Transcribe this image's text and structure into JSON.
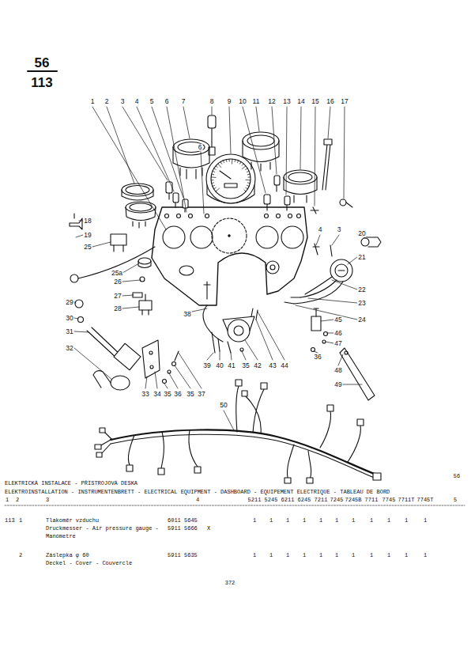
{
  "diagram": {
    "labels": [
      "56",
      "113",
      "1",
      "2",
      "3",
      "4",
      "5",
      "6",
      "7",
      "8",
      "9",
      "10",
      "11",
      "12",
      "13",
      "14",
      "15",
      "16",
      "17",
      "6",
      "18",
      "19",
      "25",
      "25a",
      "26",
      "27",
      "28",
      "29",
      "30",
      "31",
      "32",
      "4",
      "3",
      "20",
      "21",
      "22",
      "23",
      "24",
      "45",
      "46",
      "47",
      "36",
      "48",
      "49",
      "38",
      "33",
      "34",
      "35",
      "36",
      "35",
      "37",
      "39",
      "40",
      "41",
      "35",
      "42",
      "43",
      "44",
      "50",
      "ELEKTRICKÁ INSTALACE - PŘÍSTROJOVÁ DESKA",
      "56",
      "ELEKTROINSTALLATION - INSTRUMENTENBRETT - ELECTRICAL EQUIPMENT - DASHBOARD - ÉQUIPEMENT ÉLECTRIQUE - TABLEAU DE BORD",
      "1",
      "2",
      "3",
      "4",
      "5211",
      "5245",
      "6211",
      "6245",
      "7211",
      "7245",
      "7245B",
      "7711",
      "7745",
      "7711T",
      "7745T",
      "5",
      "113",
      "1",
      "Tlakoměr vzduchu",
      "6011 5645",
      "1",
      "1",
      "1",
      "1",
      "1",
      "1",
      "1",
      "1",
      "1",
      "1",
      "1",
      "Druckmesser - Air pressure gauge -",
      "5911 5666",
      "X",
      "Manómetre",
      "2",
      "Záslepka φ 60",
      "5911 5635",
      "1",
      "1",
      "1",
      "1",
      "1",
      "1",
      "1",
      "1",
      "1",
      "1",
      "1",
      "Deckel - Cover - Couvercle",
      "372"
    ]
  }
}
